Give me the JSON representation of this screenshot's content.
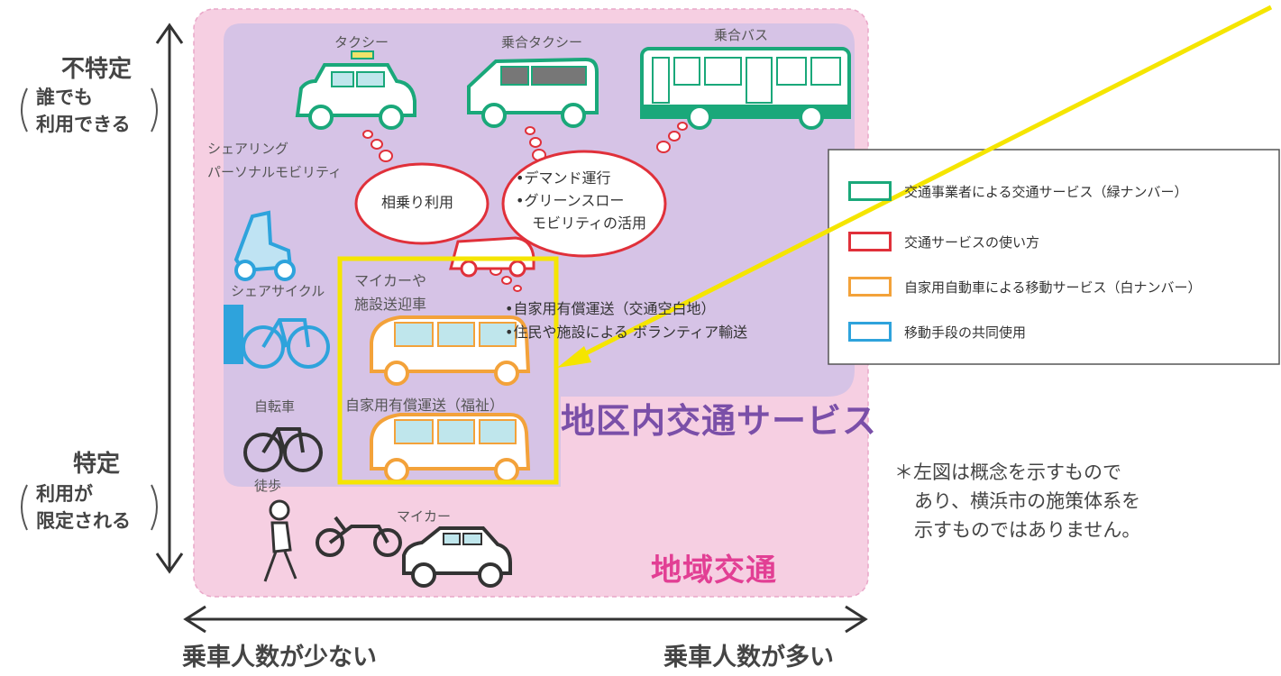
{
  "axes": {
    "y_top_label": "不特定",
    "y_top_sub_1": "誰でも",
    "y_top_sub_2": "利用できる",
    "y_bottom_label": "特定",
    "y_bottom_sub_1": "利用が",
    "y_bottom_sub_2": "限定される",
    "x_left_label": "乗車人数が少ない",
    "x_right_label": "乗車人数が多い"
  },
  "vehicles": {
    "taxi": "タクシー",
    "shared_taxi": "乗合タクシー",
    "shared_bus": "乗合バス",
    "sharing_mobility_1": "シェアリング",
    "sharing_mobility_2": "パーソナルモビリティ",
    "share_cycle": "シェアサイクル",
    "bicycle": "自転車",
    "walking": "徒歩",
    "my_car": "マイカー",
    "my_car_facility_1": "マイカーや",
    "my_car_facility_2": "施設送迎車",
    "welfare_transport": "自家用有償運送（福祉）"
  },
  "bubbles": {
    "shared_use": "相乗り利用",
    "demand_1": "•デマンド運行",
    "demand_2": "•グリーンスロー",
    "demand_3": "モビリティの活用"
  },
  "services": {
    "private_paid_1": "•自家用有償運送（交通空白地）",
    "private_paid_2": "•住民や施設による ボランティア輸送"
  },
  "regions": {
    "district_service": "地区内交通サービス",
    "regional_transport": "地域交通"
  },
  "legend": {
    "items": [
      {
        "label": "交通事業者による交通サービス（緑ナンバー）",
        "color": "#1aa87a"
      },
      {
        "label": "交通サービスの使い方",
        "color": "#e0303a"
      },
      {
        "label": "自家用自動車による移動サービス（白ナンバー）",
        "color": "#f3a23a"
      },
      {
        "label": "移動手段の共同使用",
        "color": "#2ea3dc"
      }
    ]
  },
  "note": {
    "line1": "＊左図は概念を示すもので",
    "line2": "あり、横浜市の施策体系を",
    "line3": "示すものではありません。"
  },
  "colors": {
    "outer_region": "#f6cfe2",
    "inner_region": "#d3bfe4",
    "highlight": "#f5e500",
    "arrow": "#f5e500"
  }
}
